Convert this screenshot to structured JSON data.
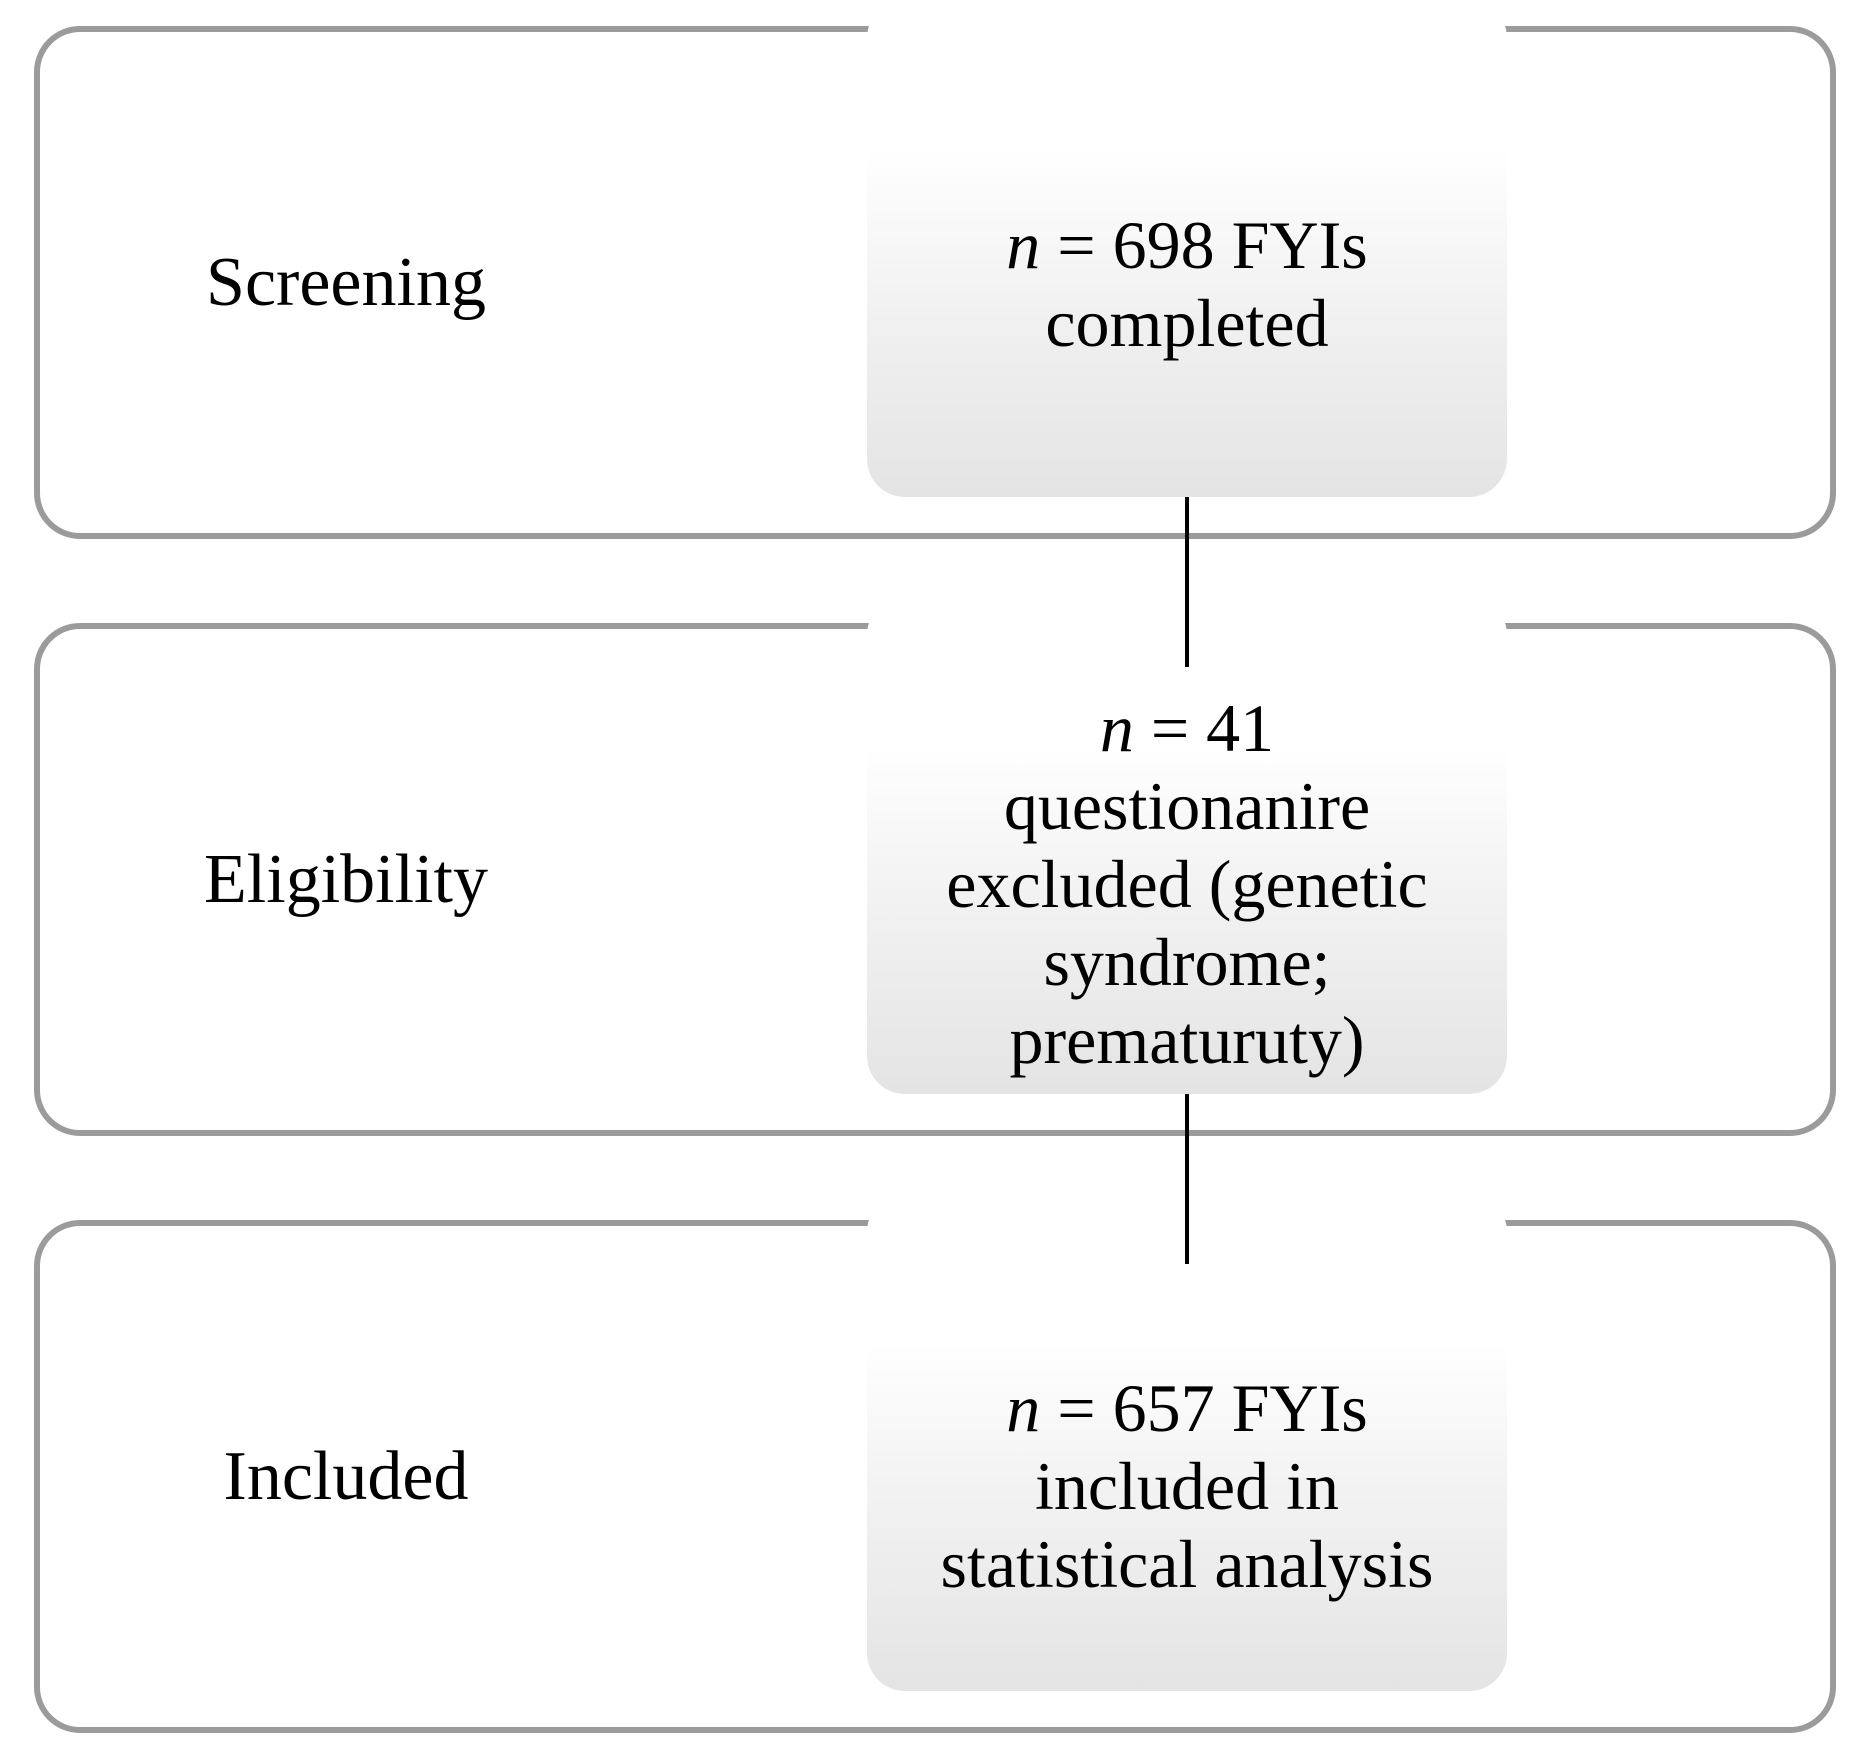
{
  "stages": {
    "screening": {
      "label": "Screening",
      "n_symbol": "n",
      "n_rest": " = 698 FYIs",
      "lines": [
        "completed"
      ]
    },
    "eligibility": {
      "label": "Eligibility",
      "n_symbol": "n",
      "n_rest": " = 41",
      "lines": [
        "questionanire",
        "excluded (genetic",
        "syndrome;",
        "prematuruty)"
      ]
    },
    "included": {
      "label": "Included",
      "n_symbol": "n",
      "n_rest": " = 657 FYIs",
      "lines": [
        "included in",
        "statistical analysis"
      ]
    }
  },
  "colors": {
    "stage_border": "#9b9b9b",
    "box_fill_top": "#ffffff",
    "box_fill_bottom": "#e4e4e4",
    "connector": "#000000"
  }
}
